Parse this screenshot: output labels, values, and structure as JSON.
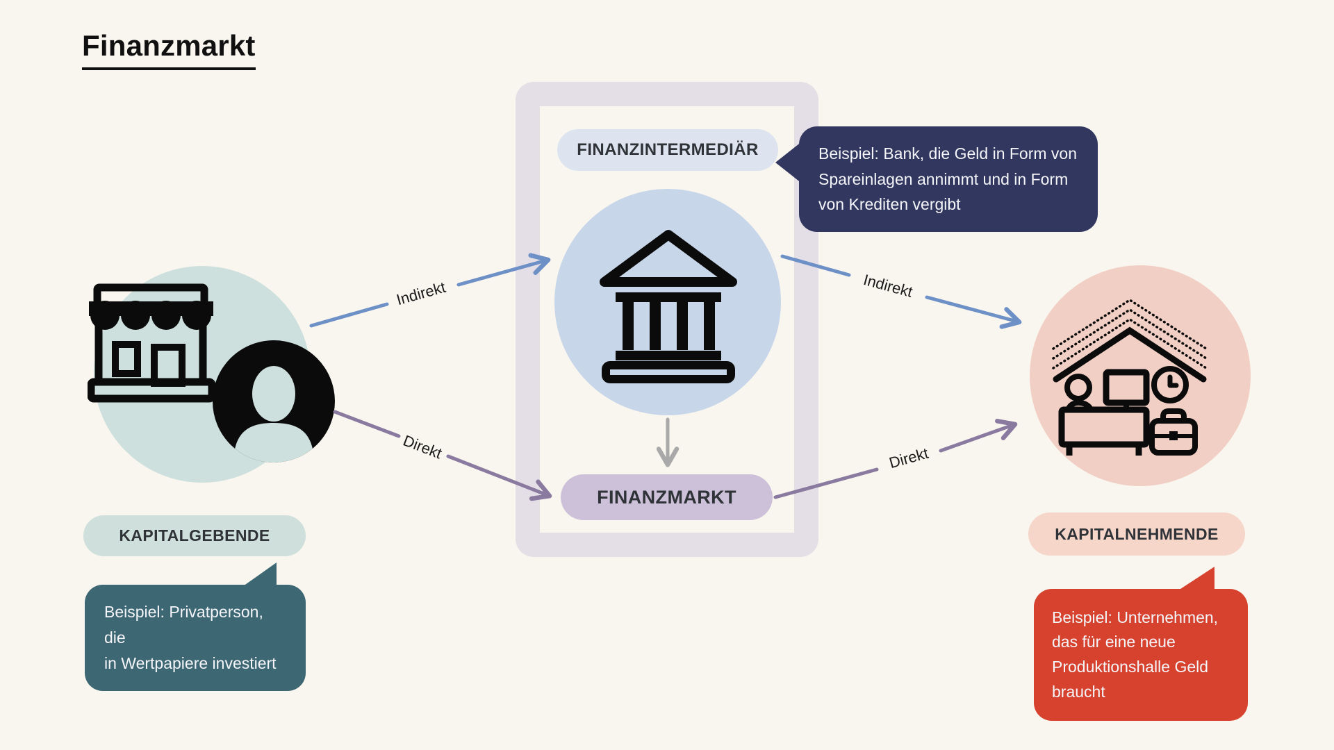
{
  "title": "Finanzmarkt",
  "center": {
    "intermediary_label": "FINANZINTERMEDIÄR",
    "market_label": "FINANZMARKT",
    "bubble_text": "Beispiel: Bank, die Geld in Form von\nSpareinlagen annimmt und in Form\nvon Krediten vergibt"
  },
  "left": {
    "label": "KAPITALGEBENDE",
    "bubble_text": "Beispiel: Privatperson, die\nin Wertpapiere investiert"
  },
  "right": {
    "label": "KAPITALNEHMENDE",
    "bubble_text": "Beispiel: Unternehmen,\ndas für eine neue\nProduktionshalle Geld\nbraucht"
  },
  "arrows": {
    "indirect_left_label": "Indirekt",
    "indirect_right_label": "Indirekt",
    "direct_left_label": "Direkt",
    "direct_right_label": "Direkt"
  },
  "icons": {
    "bank": "bank-icon",
    "shop": "shop-icon",
    "person": "person-avatar-icon",
    "office_home": "office-home-icon"
  },
  "colors": {
    "background": "#f9f6ef",
    "container": "#e4dfe6",
    "intermediary_pill": "#dde4f0",
    "bank_circle": "#c8d6ea",
    "market_pill": "#ccc1d9",
    "navy_bubble": "#323760",
    "giver_circle": "#cde0dd",
    "giver_pill": "#cfdfdc",
    "giver_bubble": "#3e6774",
    "taker_circle": "#f2cfc4",
    "taker_pill": "#f5d6c9",
    "taker_bubble": "#d6422e",
    "indirect_arrow": "#6d90c6",
    "direct_arrow": "#8a7aa0",
    "down_arrow": "#a9a9a9"
  }
}
